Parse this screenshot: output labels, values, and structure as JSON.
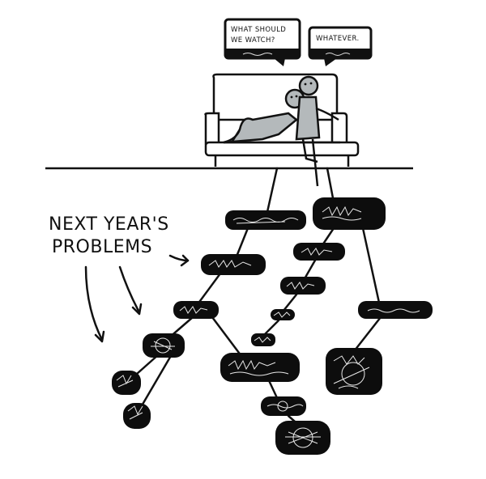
{
  "speech": {
    "left": {
      "line1": "WHAT SHOULD",
      "line2": "WE WATCH?"
    },
    "right": {
      "line1": "WHATEVER."
    }
  },
  "caption": {
    "line1": "NEXT YEAR'S",
    "line2": "PROBLEMS"
  },
  "colors": {
    "ink": "#111111",
    "fill_grey": "#b4b9bb",
    "blob": "#0d0d0d",
    "scribble": "#e8e8e8"
  }
}
